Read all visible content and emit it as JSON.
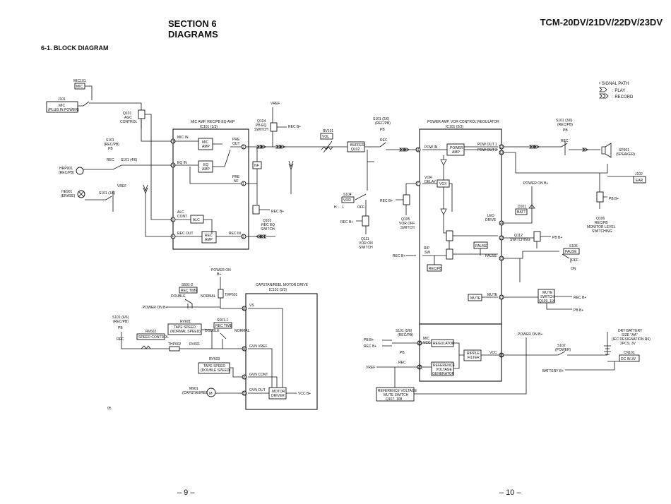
{
  "header": {
    "section_line1": "SECTION 6",
    "section_line2": "DIAGRAMS",
    "model": "TCM-20DV/21DV/22DV/23DV",
    "subtitle": "6-1.   BLOCK  DIAGRAM"
  },
  "legend": {
    "title": "• SIGNAL PATH",
    "play": ": PLAY",
    "record": ": RECORD"
  },
  "blocks": {
    "ic101_1": "MIC AMP, REC/PB EQ AMP",
    "ic101_1_ref": "IC101 (1/3)",
    "ic101_2": "POWER AMP, VOR CONTROL,REGULATOR",
    "ic101_2_ref": "IC101 (2/3)",
    "ic101_3": "CAPSTAN/REEL MOTOR DRIVE",
    "ic101_3_ref": "IC101 (3/3)"
  },
  "labels": {
    "mic101": "MIC101",
    "mic": "MIC",
    "j101": "J101",
    "j101_mic": "MIC",
    "j101_plug": "(PLUG IN POWER)",
    "q101": "Q101",
    "agc": "AGC",
    "control": "CONTROL",
    "s101_2_6": "S101 (2/6)",
    "s101_3_6": "S101 (3/6)",
    "s101_4_6": "S101 (4/6)",
    "s101_5_6": "S101 (5/6)",
    "s101_6_6": "S101 (6/6)",
    "s101_1_6": "S101 (1/6)",
    "s101": "S101",
    "rec_pb": "(REC/PB)",
    "pb": "PB",
    "rec": "REC",
    "hrp901": "HRP901",
    "he901": "HE901",
    "erase": "(ERASE)",
    "vref": "VREF",
    "mic_in": "MIC IN",
    "mic_amp_1": "MIC",
    "mic_amp_2": "AMP",
    "eq_in": "EQ IN",
    "eq_amp_1": "EQ",
    "eq_amp_2": "AMP",
    "pre_out_1": "PRE",
    "pre_out_2": "OUT",
    "pre_nf_1": "PRE",
    "pre_nf_2": "NF",
    "nf": "NF",
    "alc_cont_1": "ALC",
    "alc_cont_2": "CONT",
    "alc": "ALC",
    "rec_out": "REC OUT",
    "rec_in": "REC IN",
    "rec_amp_1": "REC",
    "rec_amp_2": "AMP",
    "q104": "Q104",
    "pb_eq_1": "PB EQ",
    "switch": "SWITCH",
    "rec_bplus": "REC B+",
    "pb_bplus": "PB B+",
    "q103": "Q103",
    "rec_eq": "REC EQ",
    "rv101": "RV101",
    "vol": "VOL",
    "buffer": "BUFFER",
    "q102": "Q102",
    "s104": "S104",
    "vor": "VOR",
    "h_l": "H ← L",
    "off": "OFF",
    "on": "ON",
    "q105": "Q105",
    "vor_off": "VOR OFF",
    "q111": "Q111",
    "vor_on": "VOR ON",
    "pow_in": "POW IN",
    "power_amp_1": "POWER",
    "power_amp_2": "AMP",
    "pow_out_1": "POW OUT 1",
    "pow_out_2": "POW OUT 2",
    "vor_delay_1": "VOR",
    "vor_delay_2": "DELAY",
    "vox": "VOX",
    "led_drive_1": "LED",
    "led_drive_2": "DRIVE",
    "rp_sw_1": "R/P",
    "rp_sw_2": "SW",
    "rec_pb_box": "REC/PB",
    "pause": "PAUSE",
    "mute": "MUTE",
    "sp901": "SP901",
    "speaker": "(SPEAKER)",
    "j102": "J102",
    "ear": "EAR",
    "power_on_bplus": "POWER ON B+",
    "d101": "D101",
    "batt": "BATT",
    "q106": "Q106",
    "q106_1": "REC/PB",
    "q106_2": "MONITOR LEVEL",
    "q106_3": "SWITCHING",
    "q112": "Q112",
    "switching": "SWITCHING",
    "s105": "S105",
    "mute_switch_1": "MUTE",
    "mute_switch_2": "SWITCH",
    "mute_switch_3": "Q109, 110",
    "mic_vcc_1": "MIC",
    "mic_vcc_2": "VCC",
    "regulator": "REGULATOR",
    "ripple_1": "RIPPLE",
    "ripple_2": "FILTER",
    "vcc": "VCC",
    "ref_volt_1": "REFERENCE",
    "ref_volt_2": "VOLTAGE",
    "ref_volt_3": "GENERATOR",
    "ref_mute_1": "REFERENCE VOLTAGE",
    "ref_mute_2": "MUTE SWITCH",
    "ref_mute_3": "Q107, 108",
    "s102": "S102",
    "power": "(POWER)",
    "battery_bplus": "BATTERY B+",
    "dry_1": "DRY BATTERY",
    "dry_2": "SIZE \"AA\"",
    "dry_3": "(IEC DESIGNATION R6)",
    "dry_4": "2PCS, 3V",
    "cn101": "CN101",
    "dc_in": "DC IN 3V",
    "power_on_bplus_2": "POWER ON B+",
    "power_on_bplus_3": "POWER ON B+",
    "power_on": "POWER ON",
    "bplus": "B+",
    "s601_2": "S601-2",
    "rec_time": "REC TIME",
    "double": "DOUBLE",
    "normal": "NORMAL",
    "thp601": "THP601",
    "s601_1": "S601-1",
    "rv601": "RV601",
    "tape_speed_1": "TAPE SPEED",
    "tape_speed_normal": "(NORMAL SPEED)",
    "tape_speed_double": "(DOUBLE SPEED)",
    "rv602": "RV602",
    "speed_control": "SPEED CONTROL",
    "thp602": "THP602",
    "rv603": "RV603",
    "vs": "VS",
    "gvn_vref": "GVN VREF",
    "gvn_cont": "GVN CONT",
    "gvn_out": "GVN OUT",
    "motor_driver_1": "MOTOR",
    "motor_driver_2": "DRIVER",
    "vcc_bplus": "VCC B+",
    "m901": "M901",
    "capstan_reel": "(CAPSTAN/REEL)",
    "m": "M",
    "page_ref": "05"
  },
  "pins": {
    "p28": "28",
    "p26": "26",
    "p2": "2",
    "p1": "1",
    "p8": "8",
    "p4": "4",
    "p3": "3",
    "p11": "11",
    "p7": "7",
    "p12": "12",
    "p13": "13",
    "p24": "24",
    "p22": "22",
    "p23": "23",
    "p21": "21",
    "p25": "25",
    "p27": "27",
    "p15": "15",
    "p16": "16",
    "p18": "18",
    "p20": "20",
    "p19": "19"
  },
  "footer": {
    "page_left": "– 9 –",
    "page_right": "– 10 –"
  }
}
